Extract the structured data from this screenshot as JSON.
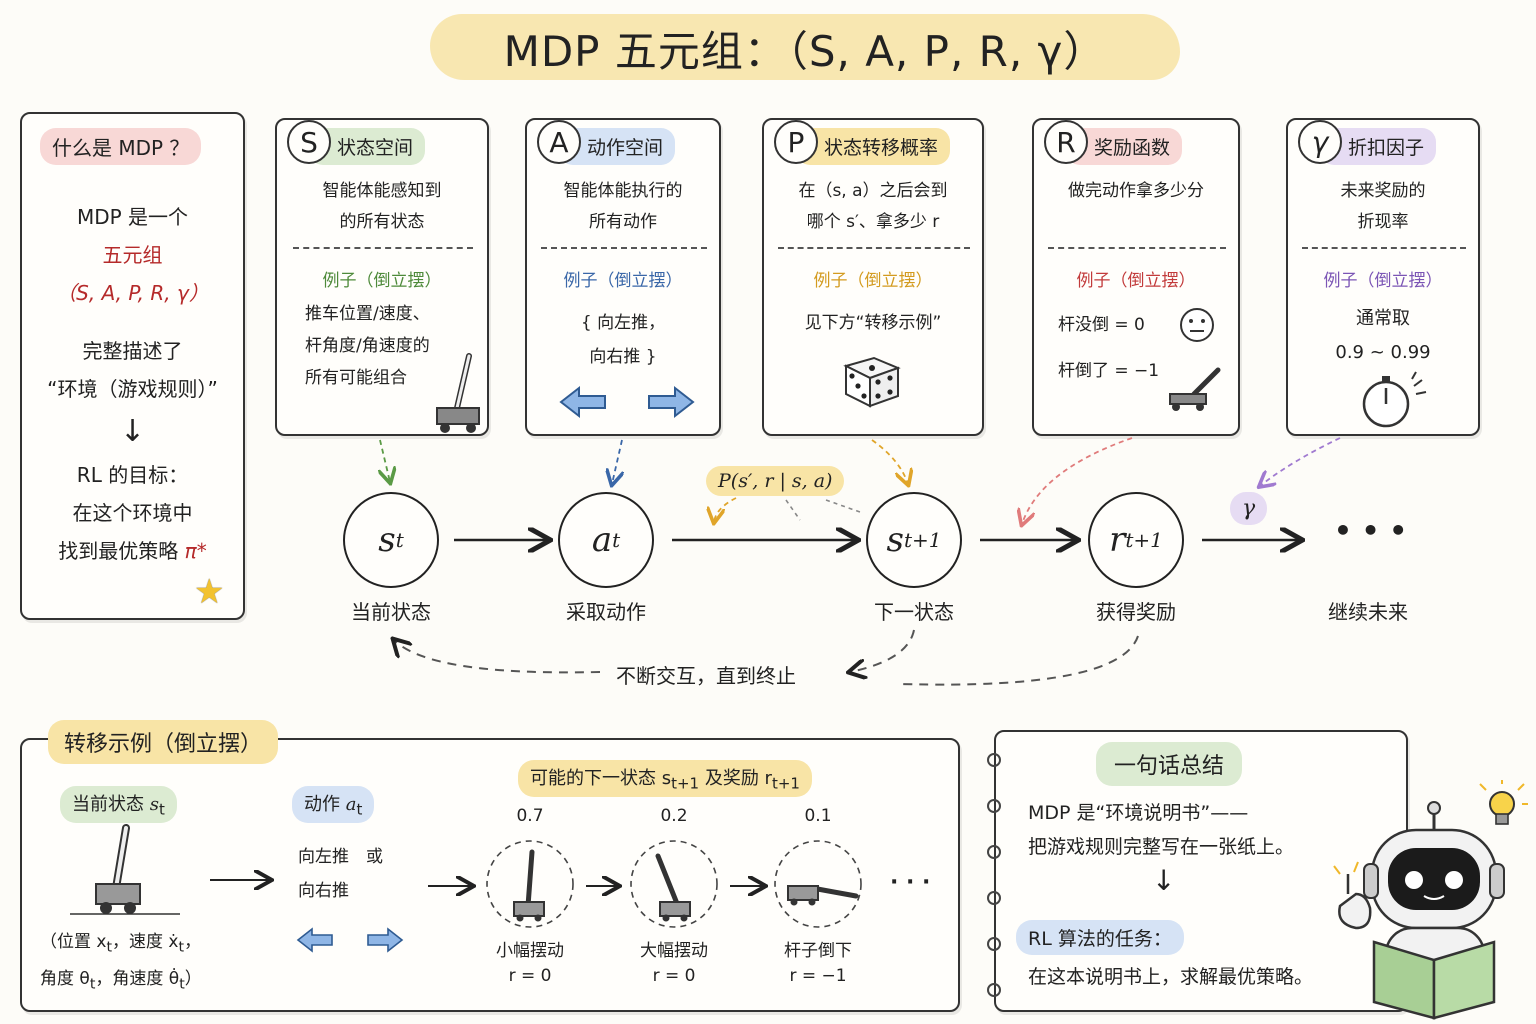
{
  "title": "MDP 五元组：（S, A, P, R, γ）",
  "colors": {
    "green": "#dcebd2",
    "blue": "#d6e3f5",
    "yellow": "#f8e4a6",
    "pink": "#f8d8d6",
    "purple": "#e6dcf3",
    "red": "#b52a2a"
  },
  "intro": {
    "heading": "什么是 MDP ？",
    "line1": "MDP 是一个",
    "line2": "五元组",
    "line3": "（S, A, P, R, γ）",
    "line4": "完整描述了",
    "line5": "“环境（游戏规则）”",
    "arrow": "↓",
    "line6": "RL 的目标：",
    "line7": "在这个环境中",
    "line8": "找到最优策略",
    "pi": "π*",
    "star_icon": "★"
  },
  "cards": [
    {
      "symbol": "S",
      "title": "状态空间",
      "desc1": "智能体能感知到",
      "desc2": "的所有状态",
      "ex_label": "例子（倒立摆）",
      "ex1": "推车位置/速度、",
      "ex2": "杆角度/角速度的",
      "ex3": "所有可能组合"
    },
    {
      "symbol": "A",
      "title": "动作空间",
      "desc1": "智能体能执行的",
      "desc2": "所有动作",
      "ex_label": "例子（倒立摆）",
      "ex1": "{ 向左推，",
      "ex2": "向右推 }",
      "ex3": ""
    },
    {
      "symbol": "P",
      "title": "状态转移概率",
      "desc1": "在（s, a）之后会到",
      "desc2": "哪个 s′、拿多少 r",
      "ex_label": "例子（倒立摆）",
      "ex1": "见下方“转移示例”",
      "ex2": "",
      "ex3": ""
    },
    {
      "symbol": "R",
      "title": "奖励函数",
      "desc1": "做完动作拿多少分",
      "desc2": "",
      "ex_label": "例子（倒立摆）",
      "ex1": "杆没倒 = 0",
      "ex2": "杆倒了 = −1",
      "ex3": ""
    },
    {
      "symbol": "γ",
      "title": "折扣因子",
      "desc1": "未来奖励的",
      "desc2": "折现率",
      "ex_label": "例子（倒立摆）",
      "ex1": "通常取",
      "ex2": "0.9 ~ 0.99",
      "ex3": ""
    }
  ],
  "flow": {
    "nodes": [
      {
        "sym": "s",
        "sub": "t",
        "label": "当前状态"
      },
      {
        "sym": "a",
        "sub": "t",
        "label": "采取动作"
      },
      {
        "sym": "s",
        "sub": "t+1",
        "label": "下一状态"
      },
      {
        "sym": "r",
        "sub": "t+1",
        "label": "获得奖励"
      },
      {
        "sym": "• • •",
        "sub": "",
        "label": "继续未来"
      }
    ],
    "p_label": "P(s′, r | s, a)",
    "gamma_label": "γ",
    "loop_label": "不断交互，直到终止"
  },
  "transition": {
    "heading": "转移示例（倒立摆）",
    "current_label": "当前状态",
    "current_sym": "s",
    "current_sub": "t",
    "current_desc1": "（位置 x",
    "current_desc1b": "，速度 ẋ",
    "current_desc2": "角度 θ",
    "current_desc2b": "，角速度 θ̇",
    "action_label": "动作",
    "action_sym": "a",
    "action_sub": "t",
    "action_text1": "向左推　或",
    "action_text2": "向右推",
    "outcomes_heading": "可能的下一状态 s",
    "outcomes_heading_mid": " 及奖励 r",
    "outcomes": [
      {
        "prob": "0.7",
        "name": "小幅摆动",
        "reward": "r = 0"
      },
      {
        "prob": "0.2",
        "name": "大幅摆动",
        "reward": "r = 0"
      },
      {
        "prob": "0.1",
        "name": "杆子倒下",
        "reward": "r = −1"
      }
    ],
    "ellipsis": "· · ·"
  },
  "summary": {
    "heading": "一句话总结",
    "line1": "MDP 是“环境说明书”——",
    "line2": "把游戏规则完整写在一张纸上。",
    "arrow": "↓",
    "line3": "RL 算法的任务：",
    "line4": "在这本说明书上，求解最优策略。"
  }
}
